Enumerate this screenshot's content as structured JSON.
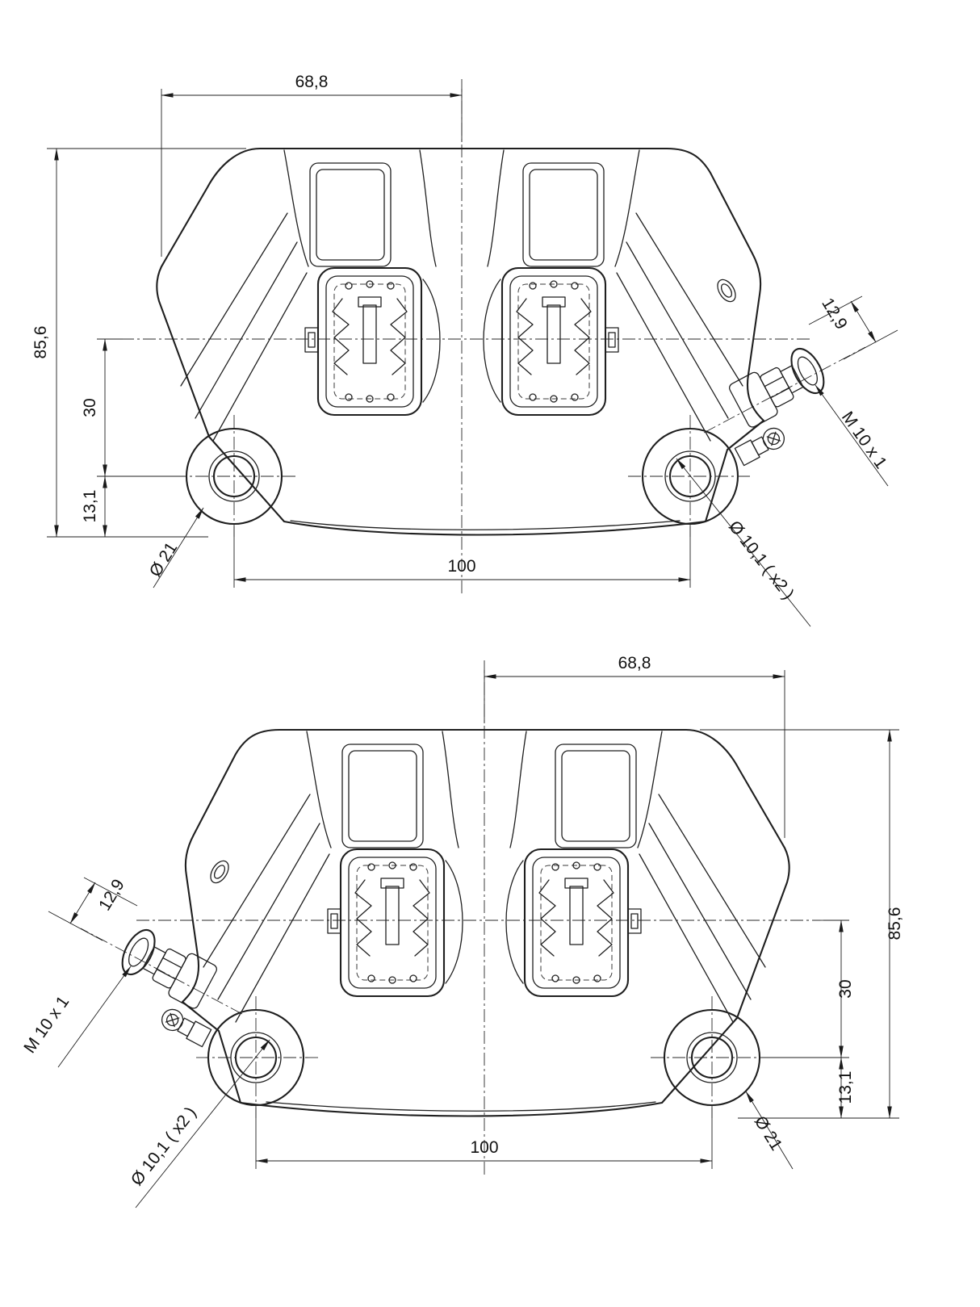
{
  "style": {
    "background": "#ffffff",
    "line_color": "#1f1f1f",
    "text_color": "#111111"
  },
  "drawing": {
    "views": {
      "front": {
        "dims": {
          "width": "68,8",
          "height": "85,6",
          "center_to_mount": "30",
          "mount_to_base": "13,1",
          "boss_diameter": "Ø 21",
          "mount_spacing": "100",
          "mount_holes": "Ø 10,1  ( x2 )",
          "port_offset": "12,9",
          "port_thread": "M 10  x 1"
        }
      },
      "rear": {
        "dims": {
          "width": "68,8",
          "height": "85,6",
          "center_to_mount": "30",
          "mount_to_base": "13,1",
          "boss_diameter": "Ø 21",
          "mount_spacing": "100",
          "mount_holes": "Ø 10,1  ( x2 )",
          "port_offset": "12,9",
          "port_thread": "M 10  x 1"
        }
      }
    }
  }
}
